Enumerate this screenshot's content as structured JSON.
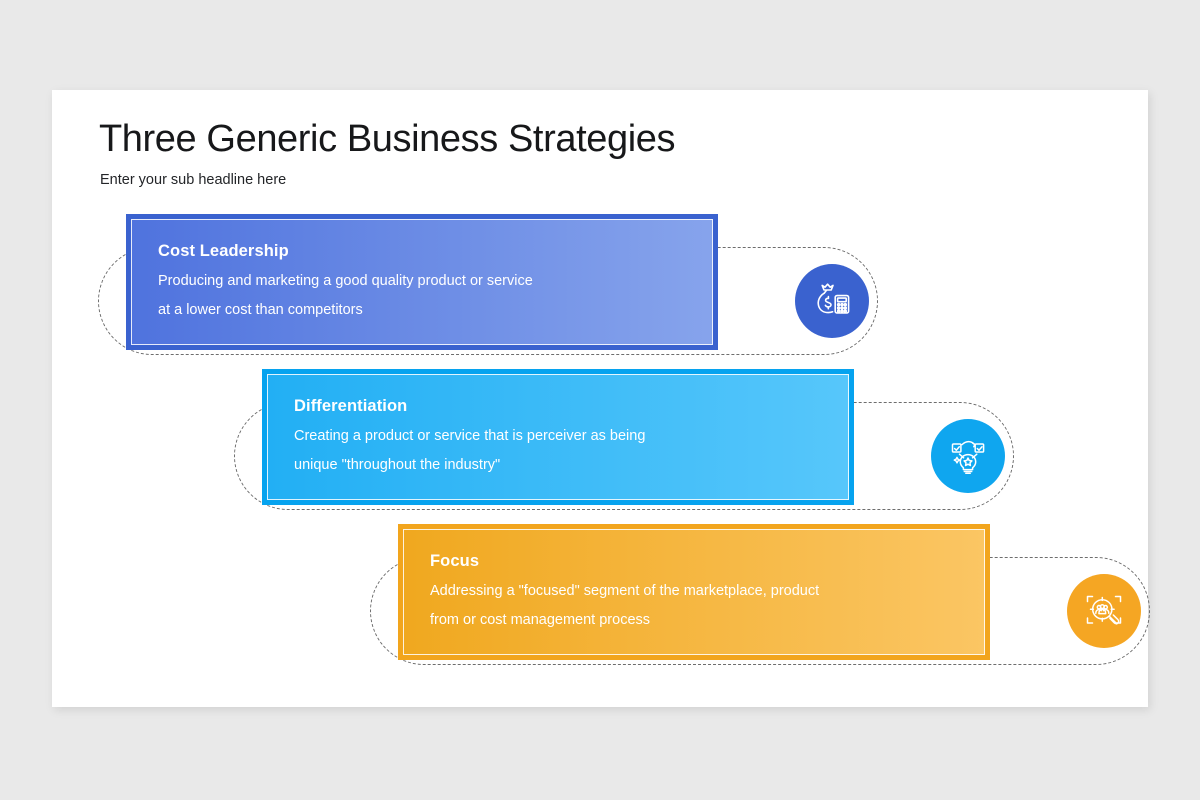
{
  "slide": {
    "title": "Three Generic Business Strategies",
    "subtitle": "Enter your sub headline here",
    "background_color": "#e9e9e9",
    "surface_color": "#ffffff"
  },
  "strategies": [
    {
      "title": "Cost Leadership",
      "line1": "Producing and marketing a good quality product or service",
      "line2": "at a lower cost than competitors",
      "icon": "money-bag-calculator-icon",
      "accent_color": "#3a62cf",
      "gradient_from": "#4f73de",
      "gradient_to": "#87a4ec"
    },
    {
      "title": "Differentiation",
      "line1": "Creating a product or service that is perceiver as being",
      "line2": "unique \"throughout the industry\"",
      "icon": "lightbulb-network-icon",
      "accent_color": "#0fa6ef",
      "gradient_from": "#22aff4",
      "gradient_to": "#57c7fb"
    },
    {
      "title": "Focus",
      "line1": "Addressing a \"focused\" segment of the marketplace, product",
      "line2": "from or cost management process",
      "icon": "magnifier-target-audience-icon",
      "accent_color": "#f5a623",
      "gradient_from": "#f0a81f",
      "gradient_to": "#fbc664"
    }
  ],
  "outline": {
    "style": "dashed",
    "color": "#6d6d6d"
  }
}
